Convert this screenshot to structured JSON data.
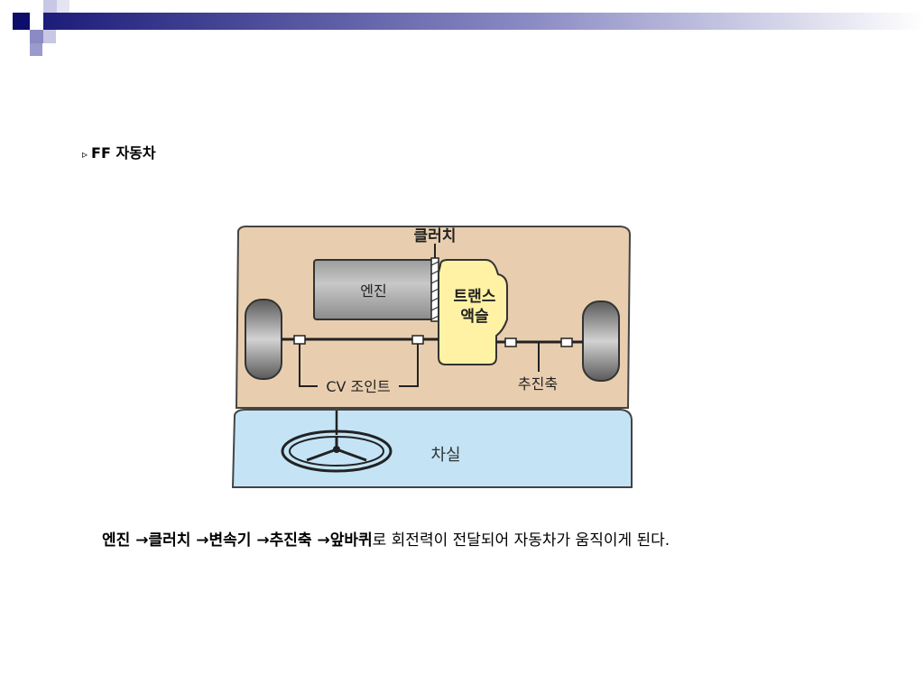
{
  "heading": {
    "bullet": "▹",
    "text": "FF 자동차"
  },
  "diagram": {
    "labels": {
      "clutch": "클러치",
      "engine": "엔진",
      "transaxle_line1": "트랜스",
      "transaxle_line2": "액슬",
      "cv_joint": "CV 조인트",
      "drive_shaft": "추진축",
      "cabin": "차실"
    },
    "colors": {
      "engine_bay": "#e8ceaf",
      "cabin": "#c4e4f6",
      "engine_block": "#b4b4b4",
      "transaxle": "#fff2a4"
    }
  },
  "caption": {
    "bold_part": "엔진 →클러치 →변속기 →추진축 →앞바퀴",
    "rest": "로 회전력이 전달되어 자동차가 움직이게 된다."
  }
}
